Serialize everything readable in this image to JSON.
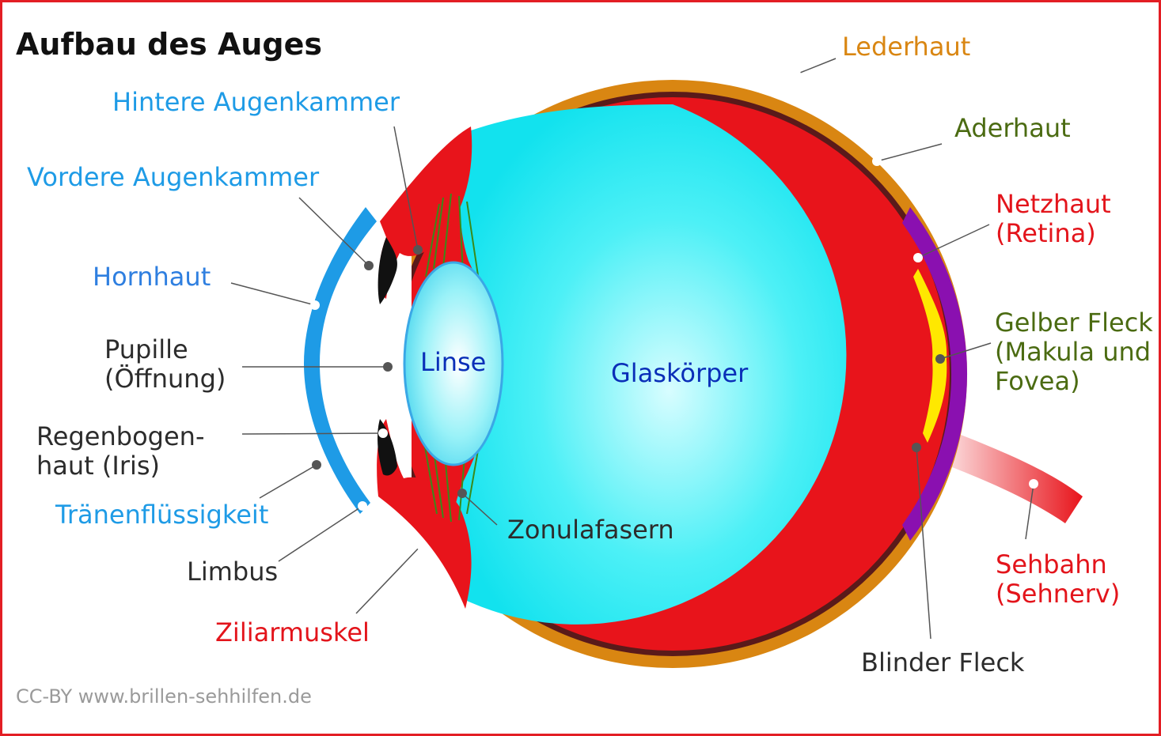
{
  "title": "Aufbau des Auges",
  "credit": "CC-BY www.brillen-sehhilfen.de",
  "labels": {
    "lederhaut": "Lederhaut",
    "aderhaut": "Aderhaut",
    "netzhaut_line1": "Netzhaut",
    "netzhaut_line2": "(Retina)",
    "gelber_line1": "Gelber Fleck",
    "gelber_line2": "(Makula und",
    "gelber_line3": "Fovea)",
    "sehbahn_line1": "Sehbahn",
    "sehbahn_line2": "(Sehnerv)",
    "blinder_fleck": "Blinder Fleck",
    "hintere_augenkammer": "Hintere Augenkammer",
    "vordere_augenkammer": "Vordere Augenkammer",
    "hornhaut": "Hornhaut",
    "pupille_line1": "Pupille",
    "pupille_line2": "(Öffnung)",
    "regenbogen_line1": "Regenbogen-",
    "regenbogen_line2": "haut  (Iris)",
    "traenen": "Tränenflüssigkeit",
    "limbus": "Limbus",
    "ziliarmuskel": "Ziliarmuskel",
    "zonulafasern": "Zonulafasern",
    "linse": "Linse",
    "glaskoerper": "Glaskörper"
  },
  "colors": {
    "frame": "#e31e24",
    "sclera": "#d98612",
    "choroid": "#5a1a1a",
    "retina": "#e8141b",
    "vitreous": "#1ee8f0",
    "cornea": "#1e9be6",
    "lens": "#5fe6f2",
    "macula": "#ffe800",
    "retina_back": "#8a10b0"
  }
}
